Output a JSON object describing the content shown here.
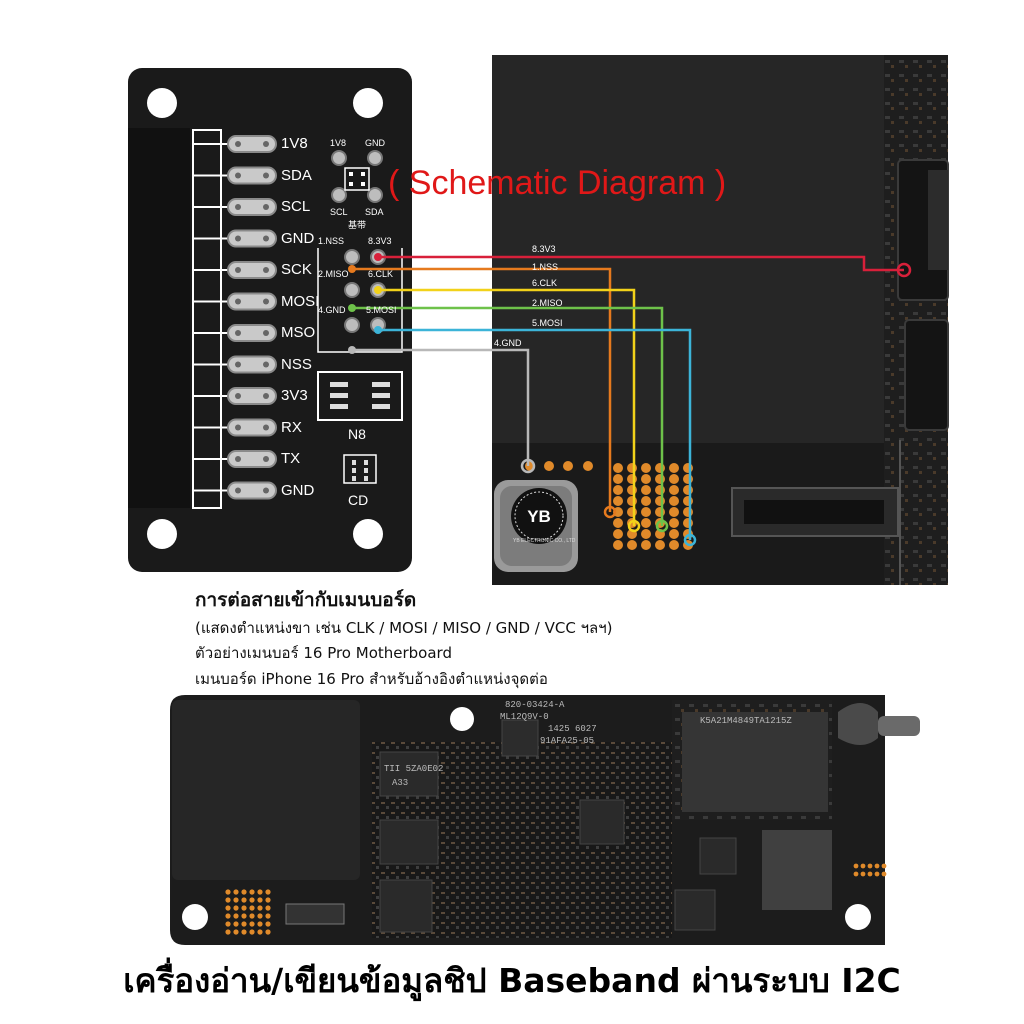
{
  "schematic_title": "( Schematic Diagram )",
  "adapter": {
    "pin_labels": [
      "1V8",
      "SDA",
      "SCL",
      "GND",
      "SCK",
      "MOSI",
      "MSO",
      "NSS",
      "3V3",
      "RX",
      "TX",
      "GND"
    ],
    "i2c_pads": {
      "top_left": "1V8",
      "top_right": "GND",
      "bottom_left": "SCL",
      "bottom_right": "SDA",
      "footer": "基带"
    },
    "spi_pads": {
      "nss": "1.NSS",
      "v33": "8.3V3",
      "miso": "2.MISO",
      "clk": "6.CLK",
      "gnd": "4.GND",
      "mosi": "5.MOSI"
    },
    "chip_labels": {
      "n8": "N8",
      "cd": "CD"
    }
  },
  "wires": [
    {
      "label": "8.3V3",
      "color": "#d8203a"
    },
    {
      "label": "1.NSS",
      "color": "#e67a1e"
    },
    {
      "label": "6.CLK",
      "color": "#f2d21a"
    },
    {
      "label": "2.MISO",
      "color": "#6ec24a"
    },
    {
      "label": "5.MOSI",
      "color": "#3cb4d8"
    },
    {
      "label": "4.GND",
      "color": "#b8b8b8"
    }
  ],
  "description": {
    "title": "การต่อสายเข้ากับเมนบอร์ด",
    "lines": [
      "(แสดงตำแหน่งขา เช่น CLK / MOSI / MISO / GND / VCC ฯลฯ)",
      "ตัวอย่างเมนบอร์ 16 Pro Motherboard",
      " เมนบอร์ด iPhone 16 Pro สำหรับอ้างอิงตำแหน่งจุดต่อ"
    ]
  },
  "board_markings": {
    "chip_a": "820-03424-A",
    "chip_b": "ML12Q9V-0",
    "chip_c": "1425 6027",
    "chip_d": "91AFA25-05",
    "chip_e": "K5A21M4849TA1215Z",
    "chip_f": "TII 5ZA0E02",
    "chip_g": "A33"
  },
  "logo": {
    "text": "YB",
    "ring": "YB ELECTRONIC CO., LTD"
  },
  "main_caption": "เครื่องอ่าน/เขียนข้อมูลชิป Baseband ผ่านระบบ I2C"
}
